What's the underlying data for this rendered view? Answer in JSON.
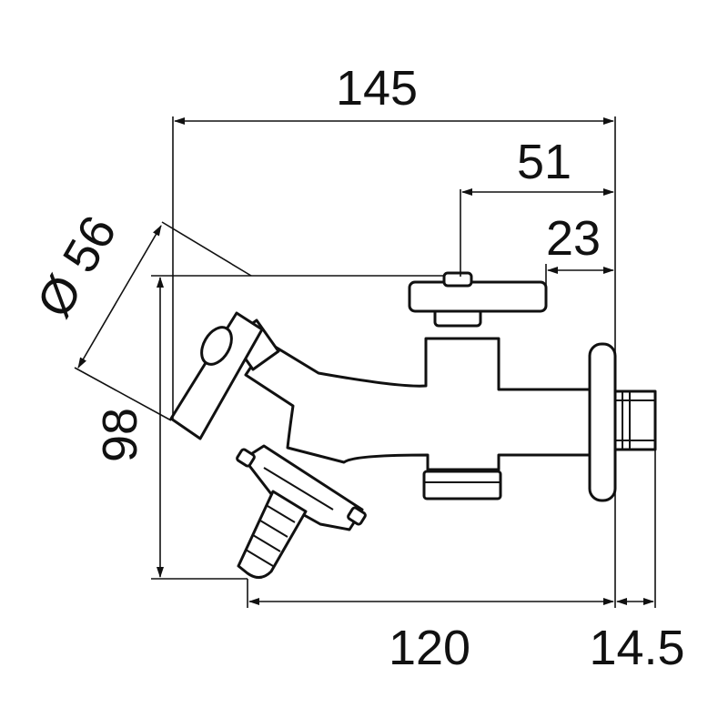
{
  "drawing": {
    "dimensions": {
      "overall_width": "145",
      "handle_offset": "51",
      "handle_edge": "23",
      "diameter": "Ø 56",
      "height": "98",
      "outlet_width": "120",
      "thread_length": "14.5"
    }
  }
}
